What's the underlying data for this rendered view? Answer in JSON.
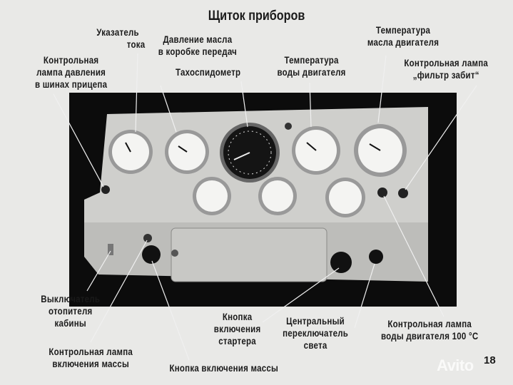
{
  "title": "Щиток приборов",
  "labels": {
    "ammeter": [
      "Указатель",
      "тока"
    ],
    "gearbox_oil_pressure": [
      "Давление масла",
      "в коробке передач"
    ],
    "tachospeedometer": [
      "Тахоспидометр"
    ],
    "water_temp": [
      "Температура",
      "воды двигателя"
    ],
    "oil_temp": [
      "Температура",
      "масла двигателя"
    ],
    "tire_pressure_lamp": [
      "Контрольная",
      "лампа давления",
      "в шинах прицепа"
    ],
    "filter_lamp": [
      "Контрольная лампа",
      "„фильтр забит“"
    ],
    "heater_switch": [
      "Выключатель",
      "отопителя",
      "кабины"
    ],
    "ground_lamp": [
      "Контрольная лампа",
      "включения массы"
    ],
    "ground_button": [
      "Кнопка включения массы"
    ],
    "starter_button": [
      "Кнопка",
      "включения",
      "стартера"
    ],
    "light_switch": [
      "Центральный",
      "переключатель",
      "света"
    ],
    "water_lamp": [
      "Контрольная лампа",
      "воды двигателя 100 °C"
    ]
  },
  "page_number": "18",
  "watermark": "Avito"
}
